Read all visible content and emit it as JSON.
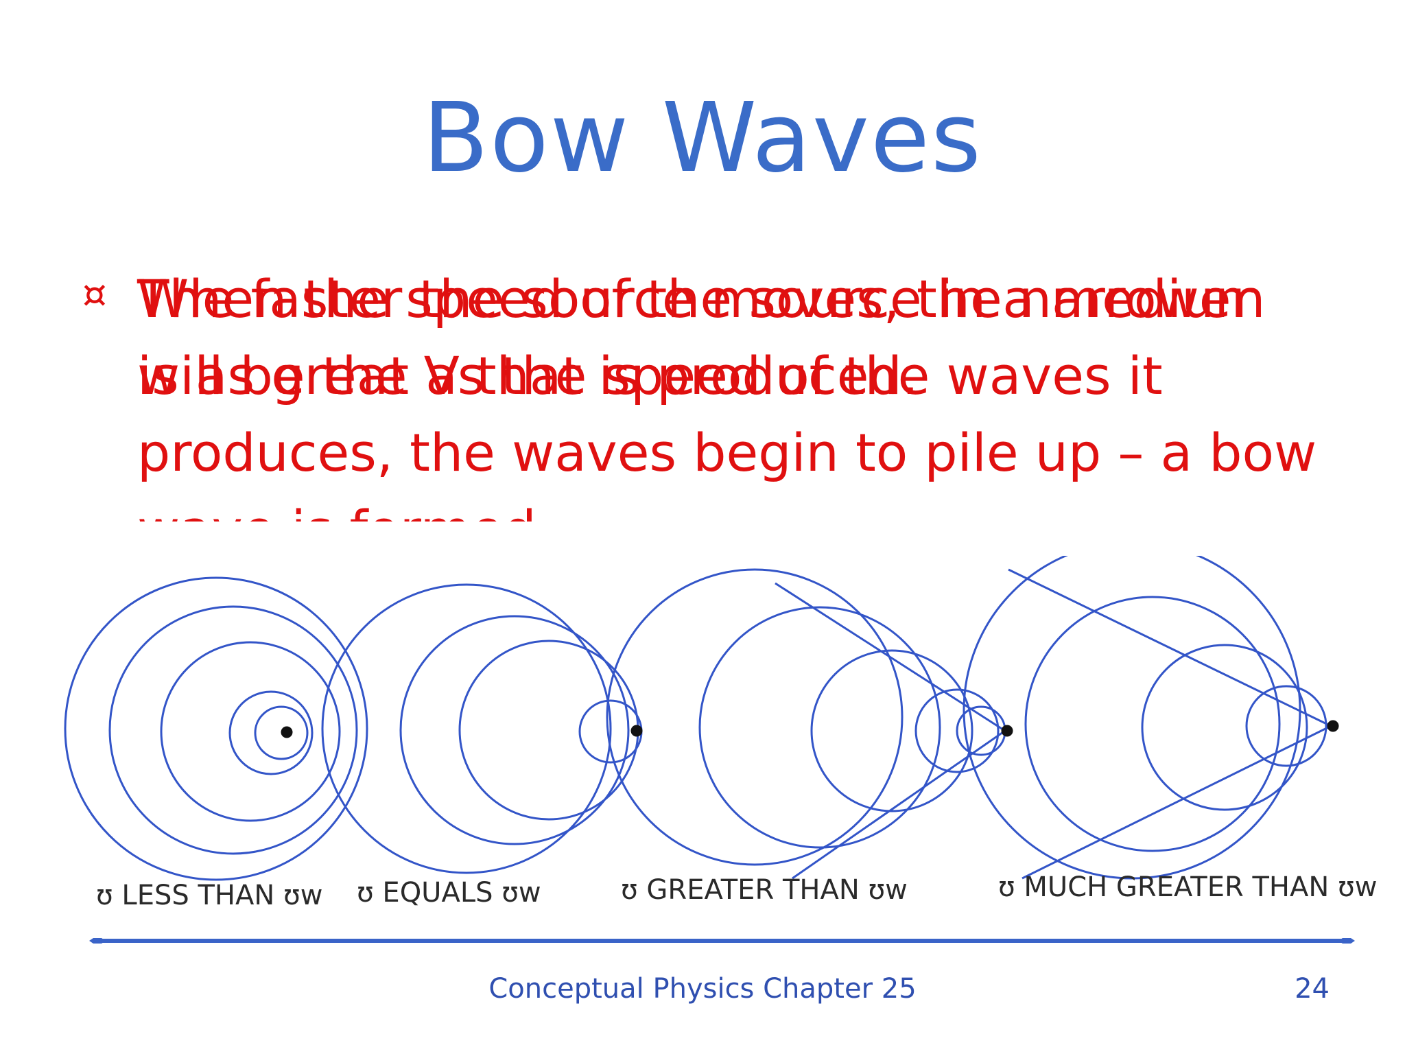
{
  "slide": {
    "title": "Bow Waves",
    "bullet_marker": "¤",
    "bullet_text_1": "The faster the source moves, the narrower will be the V that is produced.",
    "bullet_text_2": "When the speed of the source in a medium is as great as the speed of the waves it produces, the waves begin to pile up – a bow wave is formed."
  },
  "diagram": {
    "captions": [
      "ʊ LESS THAN ʊw",
      "ʊ EQUALS ʊw",
      "ʊ GREATER THAN ʊw",
      "ʊ MUCH GREATER THAN ʊw"
    ]
  },
  "footer": {
    "course": "Conceptual Physics  Chapter 25",
    "page_number": "24"
  },
  "colors": {
    "title": "#3a6cc8",
    "text": "#e01010",
    "footer": "#2f4fb0",
    "wave": "#3355c8",
    "footer_line": "#3a63c8"
  }
}
